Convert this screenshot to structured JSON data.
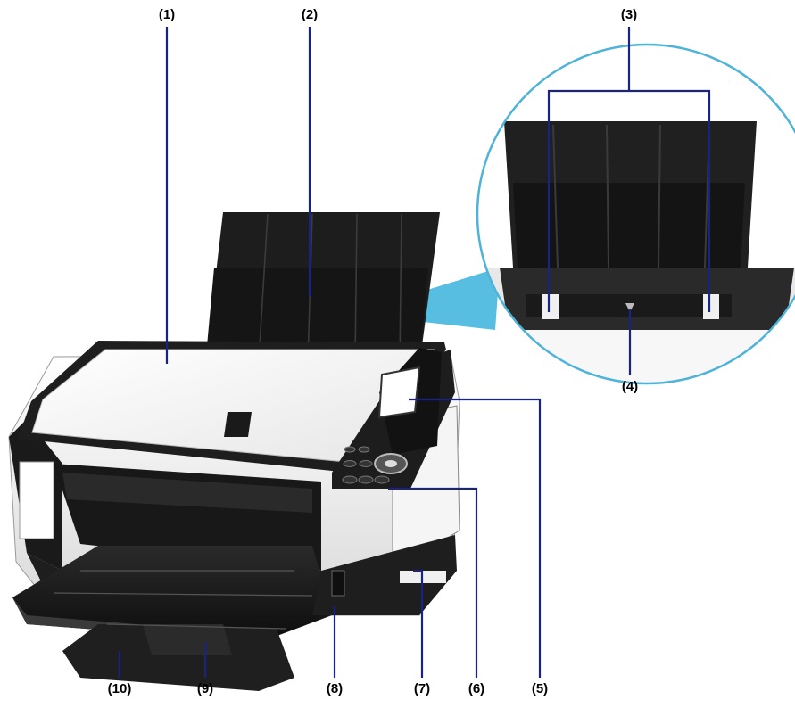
{
  "callouts": [
    {
      "id": "1",
      "label": "(1)"
    },
    {
      "id": "2",
      "label": "(2)"
    },
    {
      "id": "3",
      "label": "(3)"
    },
    {
      "id": "4",
      "label": "(4)"
    },
    {
      "id": "5",
      "label": "(5)"
    },
    {
      "id": "6",
      "label": "(6)"
    },
    {
      "id": "7",
      "label": "(7)"
    },
    {
      "id": "8",
      "label": "(8)"
    },
    {
      "id": "9",
      "label": "(9)"
    },
    {
      "id": "10",
      "label": "(10)"
    }
  ],
  "colors": {
    "leader_line": "#1a237e",
    "zoom_circle": "#4fb3d9",
    "zoom_beam": "#45b7df",
    "printer_body": "#f4f4f4",
    "printer_dark": "#1c1c1c"
  }
}
